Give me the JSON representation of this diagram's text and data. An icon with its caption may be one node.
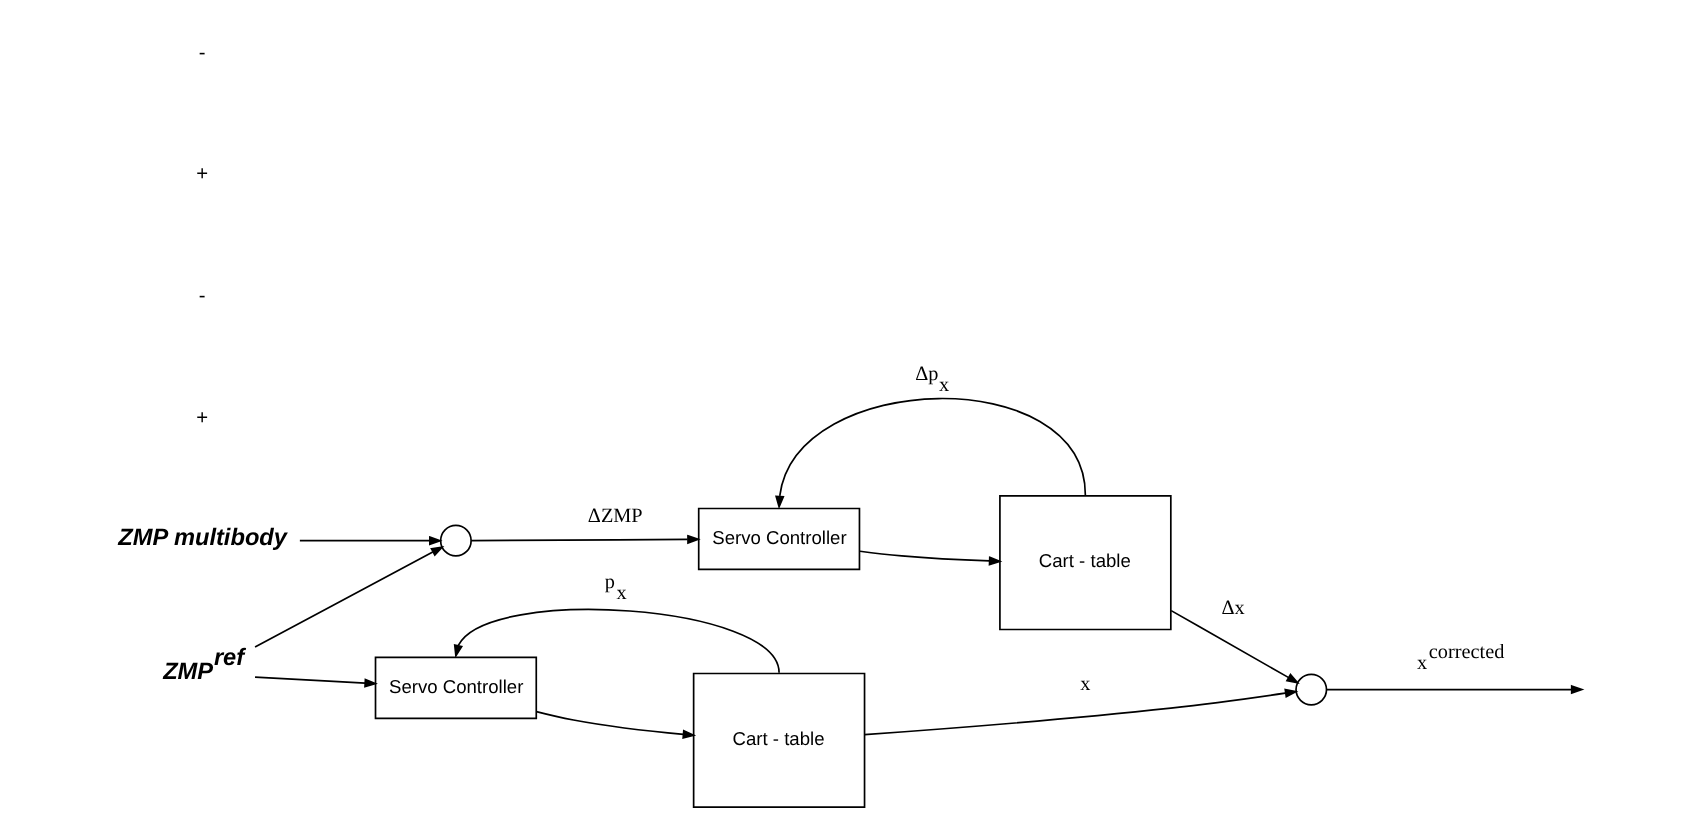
{
  "diagram": {
    "nodes": [
      {
        "text": [
          "ZMP multibody"
        ]
      },
      {
        "text": [
          "ZMP$^{ref}$"
        ]
      },
      {
        "text": [],
        "shape": "circle"
      },
      {
        "text": [
          "Servo Controller"
        ]
      },
      {
        "text": [
          "Cart - table"
        ]
      },
      {
        "text": [
          "Servo Controller"
        ]
      },
      {
        "text": [
          "Cart - table"
        ]
      },
      {
        "text": [],
        "shape": "circle"
      }
    ],
    "edges": [
      {
        "from": 0,
        "to": 2,
        "arrow": "to"
      },
      {
        "from": 1,
        "to": 2,
        "arrow": "to"
      },
      {
        "from": 2,
        "to": 3,
        "arrow": "to",
        "label": "ΔZMP"
      },
      {
        "from": 3,
        "to": 4,
        "arrow": "to"
      },
      {
        "from": 4,
        "to": 3,
        "arrow": "to",
        "label": "Δp$_{x}$"
      },
      {
        "from": 1,
        "to": 5,
        "arrow": "to"
      },
      {
        "from": 5,
        "to": 6,
        "arrow": "to"
      },
      {
        "from": 6,
        "to": 5,
        "arrow": "to",
        "label": "p$_{x}$"
      },
      {
        "from": 4,
        "to": 7,
        "arrow": "to",
        "label": "Δx"
      },
      {
        "from": 6,
        "to": 7,
        "arrow": "to",
        "label": "x"
      },
      {
        "from": 7,
        "to": null,
        "arrow": "to",
        "label": "x$^{corrected}$"
      }
    ],
    "labels": [
      "+",
      "-",
      "+",
      "-"
    ]
  }
}
